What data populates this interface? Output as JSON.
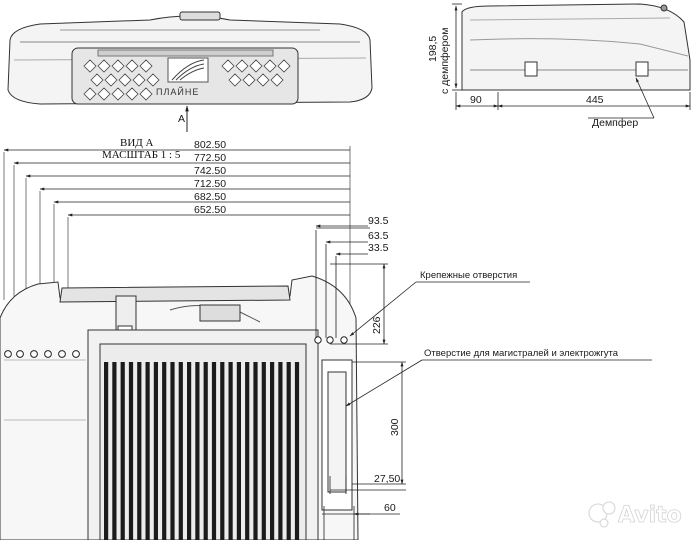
{
  "top_view": {
    "brand": "ПЛАЙНЕ",
    "section_mark": "A"
  },
  "side_view": {
    "height_dim": "198,5",
    "height_note": "с демпфером",
    "offset_dim": "90",
    "length_dim": "445",
    "damper_label": "Демпфер"
  },
  "view_title": {
    "line1": "ВИД А",
    "line2": "МАСШТАБ 1 : 5"
  },
  "width_dims": [
    "802.50",
    "772.50",
    "742.50",
    "712.50",
    "682.50",
    "652.50"
  ],
  "right_dims": [
    "93.5",
    "63.5",
    "33.5"
  ],
  "vertical_dims": {
    "holes_depth": "226",
    "opening_height": "300"
  },
  "bottom_dims": {
    "a": "27,50",
    "b": "60"
  },
  "notes": {
    "mount_holes": "Крепежные отверстия",
    "line_opening": "Отверстие для магистралей и электрожгута"
  },
  "watermark": "Avito"
}
